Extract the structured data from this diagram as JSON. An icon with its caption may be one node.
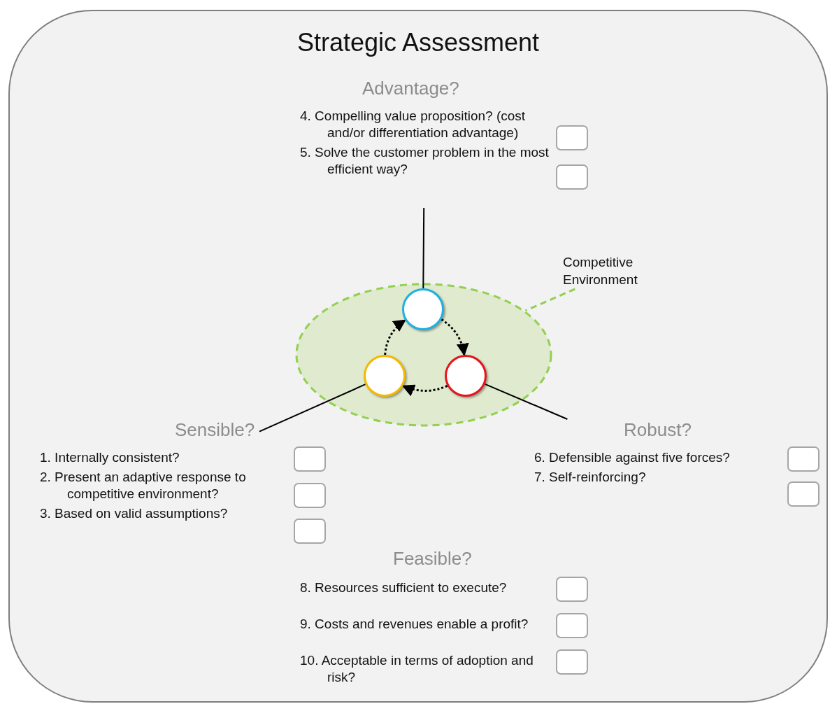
{
  "diagram": {
    "nodes": [
      {
        "text": [
          "Strategic Assessment"
        ]
      },
      {
        "text": [
          "Advantage?",
          "4. Compelling value proposition? (cost and/or differentiation advantage)",
          "5. Solve the customer problem in the most efficient way?"
        ],
        "in": 0
      },
      {
        "text": [],
        "shape": "box",
        "in": 0
      },
      {
        "text": [],
        "shape": "box",
        "in": 0
      },
      {
        "text": [
          "Competitive Environment"
        ],
        "in": 0
      },
      {
        "text": [],
        "shape": "ellipse",
        "in": 0
      },
      {
        "text": [],
        "shape": "circle",
        "in": 5
      },
      {
        "text": [],
        "shape": "circle",
        "in": 5
      },
      {
        "text": [],
        "shape": "circle",
        "in": 5
      },
      {
        "text": [
          "Sensible?",
          "1. Internally consistent?",
          "2. Present an adaptive response to competitive environment?",
          "3. Based on valid assumptions?"
        ],
        "in": 0
      },
      {
        "text": [],
        "shape": "box",
        "in": 0
      },
      {
        "text": [],
        "shape": "box",
        "in": 0
      },
      {
        "text": [],
        "shape": "box",
        "in": 0
      },
      {
        "text": [
          "Robust?",
          "6. Defensible against five forces?",
          "7. Self-reinforcing?"
        ],
        "in": 0
      },
      {
        "text": [],
        "shape": "box",
        "in": 0
      },
      {
        "text": [],
        "shape": "box",
        "in": 0
      },
      {
        "text": [],
        "shape": "box",
        "in": 0
      },
      {
        "text": [],
        "shape": "box",
        "in": 0
      },
      {
        "text": [],
        "shape": "box",
        "in": 0
      }
    ],
    "edges": [
      {
        "from": 6,
        "to": 8,
        "arrow": "to",
        "style": "dashed"
      },
      {
        "from": 8,
        "to": 7,
        "arrow": "to",
        "style": "dashed"
      },
      {
        "from": 7,
        "to": 6,
        "arrow": "to",
        "style": "dashed"
      },
      {
        "from": 6,
        "to": 1,
        "arrow": "none"
      },
      {
        "from": 7,
        "to": 9,
        "arrow": "none"
      },
      {
        "from": 8,
        "to": 13,
        "arrow": "none"
      },
      {
        "from": 4,
        "to": 5,
        "arrow": "none",
        "style": "dashed",
        "color": "#92d050"
      }
    ],
    "labels": [
      "Feasible?",
      "8. Resources sufficient to execute?",
      "9. Costs and revenues enable a profit?",
      "10. Acceptable in terms of adoption and risk?"
    ]
  }
}
